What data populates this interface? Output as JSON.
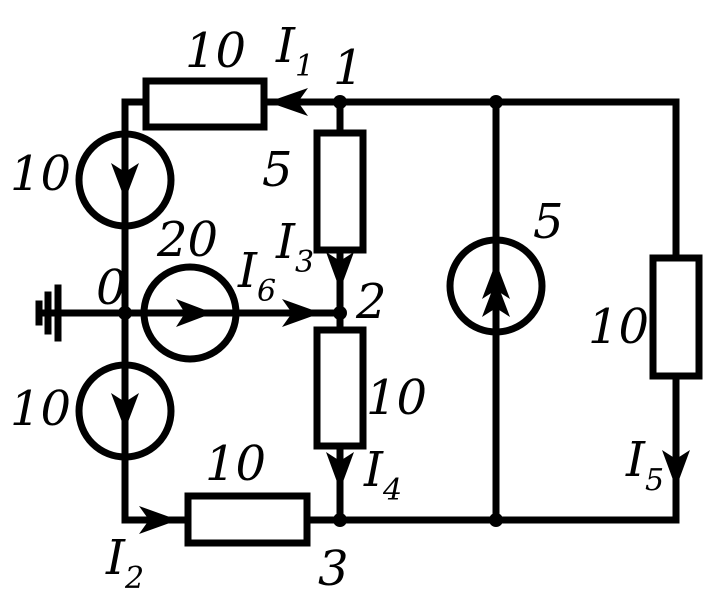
{
  "resistors": {
    "r_top": "10",
    "r_12": "5",
    "r_23": "10",
    "r_bottom": "10",
    "r_right": "10"
  },
  "sources": {
    "j_left_top": "10",
    "j_left_bottom": "10",
    "j_middle": "20",
    "j_center": "5"
  },
  "nodes": {
    "n0": "0",
    "n1": "1",
    "n2": "2",
    "n3": "3"
  },
  "currents": [
    {
      "letter": "I",
      "index": "1"
    },
    {
      "letter": "I",
      "index": "2"
    },
    {
      "letter": "I",
      "index": "3"
    },
    {
      "letter": "I",
      "index": "4"
    },
    {
      "letter": "I",
      "index": "5"
    },
    {
      "letter": "I",
      "index": "6"
    }
  ]
}
